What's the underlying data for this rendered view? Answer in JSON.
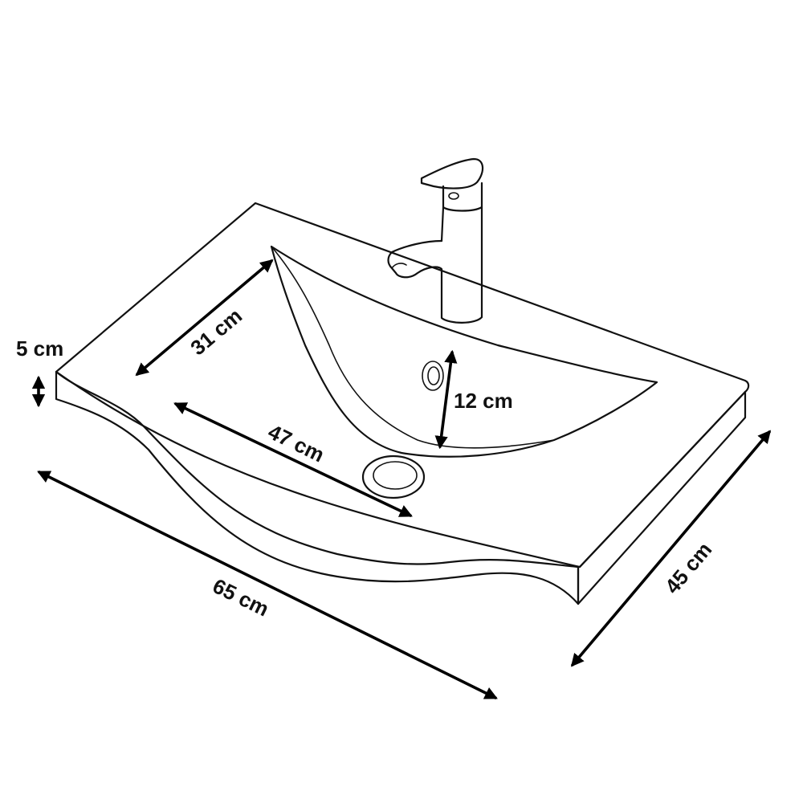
{
  "dimensions": {
    "width": "65 cm",
    "depth": "45 cm",
    "height": "5 cm",
    "bowl_length": "47 cm",
    "bowl_width": "31 cm",
    "bowl_depth": "12 cm"
  },
  "colors": {
    "line": "#111111",
    "background": "#ffffff"
  }
}
